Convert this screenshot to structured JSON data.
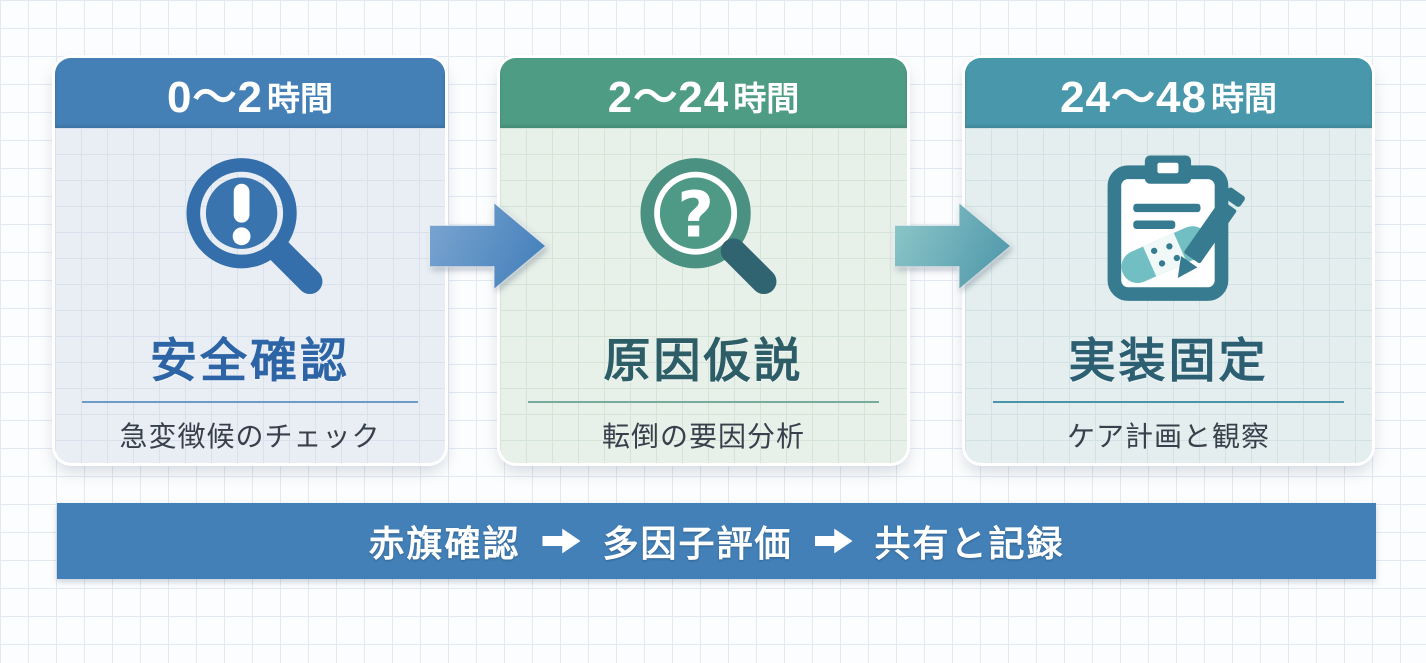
{
  "canvas": {
    "bg": "#fcfdfe",
    "grid_color": "#e3e9f1"
  },
  "cards": [
    {
      "time_range": "0〜2",
      "time_unit": "時間",
      "icon": "magnifier-exclamation-icon",
      "title": "安全確認",
      "subtitle": "急変徴候のチェック",
      "colors": {
        "header_bg": "#4480b5",
        "body_bg": "#e9eef5",
        "body_grid": "#d9e1ec",
        "title": "#2c64a5",
        "separator": "#6f9cc7",
        "icon": "#356fab",
        "icon_dark": "#356fab",
        "icon_fill": "#3a74ae"
      }
    },
    {
      "time_range": "2〜24",
      "time_unit": "時間",
      "icon": "magnifier-question-icon",
      "title": "原因仮説",
      "subtitle": "転倒の要因分析",
      "colors": {
        "header_bg": "#4f9c84",
        "body_bg": "#e7f0e9",
        "body_grid": "#d5e4d9",
        "title": "#2d5d66",
        "separator": "#79ab9c",
        "icon": "#4a9181",
        "icon_dark": "#2f6470",
        "icon_fill": "#4f9a86"
      }
    },
    {
      "time_range": "24〜48",
      "time_unit": "時間",
      "icon": "clipboard-bandage-pencil-icon",
      "title": "実装固定",
      "subtitle": "ケア計画と観察",
      "colors": {
        "header_bg": "#4897ab",
        "body_bg": "#e4eeee",
        "body_grid": "#d2e2e4",
        "title": "#2d5f73",
        "separator": "#4b93a7",
        "icon": "#377b90",
        "icon_dark": "#377b90",
        "icon_fill": "#72bfc3"
      }
    }
  ],
  "arrows": [
    {
      "icon": "right-arrow-icon",
      "color_from": "#7da6d1",
      "color_to": "#3f7db9"
    },
    {
      "icon": "right-arrow-icon",
      "color_from": "#8fc9ca",
      "color_to": "#4b94a8"
    }
  ],
  "banner": {
    "bg": "#4380b8",
    "text_color": "#ffffff",
    "arrow_icon": "right-arrow-icon",
    "items": [
      "赤旗確認",
      "多因子評価",
      "共有と記録"
    ]
  }
}
